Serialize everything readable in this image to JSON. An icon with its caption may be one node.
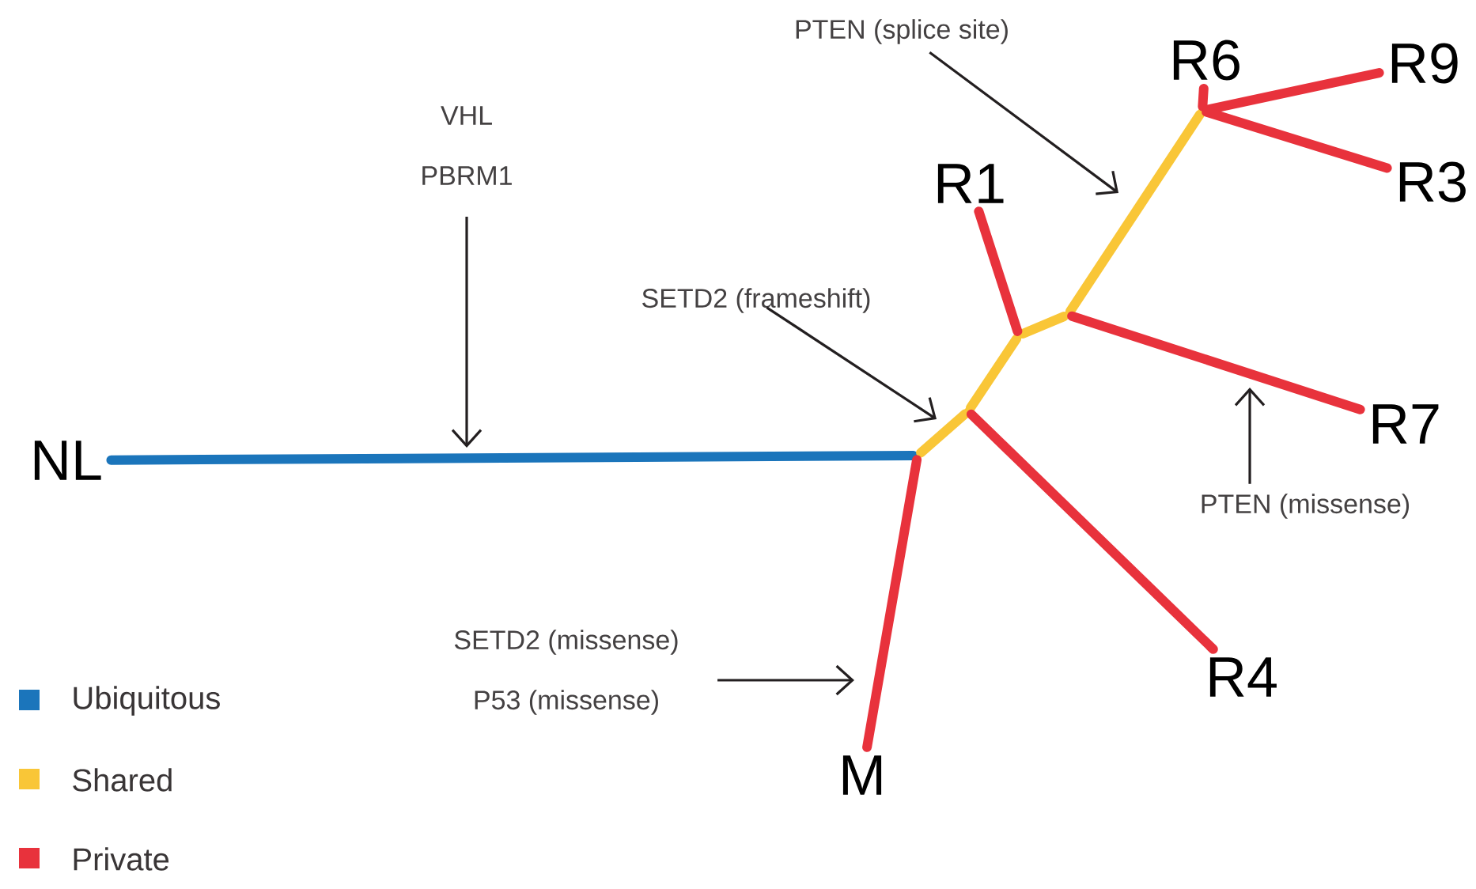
{
  "diagram": {
    "nodes": [
      {
        "text": [
          "NL"
        ]
      },
      {
        "text": [
          "VHL",
          "PBRM1"
        ]
      },
      {
        "text": [
          "SETD2 (frameshift)"
        ]
      },
      {
        "text": [
          "PTEN (splice site)"
        ]
      },
      {
        "text": [
          "R1"
        ]
      },
      {
        "text": [
          "R6"
        ]
      },
      {
        "text": [
          "R9"
        ]
      },
      {
        "text": [
          "R3"
        ]
      },
      {
        "text": [
          "R7"
        ]
      },
      {
        "text": [
          "PTEN (missense)"
        ]
      },
      {
        "text": [
          "SETD2 (missense)",
          "P53 (missense)"
        ]
      },
      {
        "text": [
          "R4"
        ]
      },
      {
        "text": [
          "M"
        ]
      },
      {
        "text": [],
        "shape": "dot"
      },
      {
        "text": [],
        "shape": "dot"
      },
      {
        "text": [],
        "shape": "dot"
      },
      {
        "text": [],
        "shape": "dot"
      },
      {
        "text": [],
        "shape": "dot"
      }
    ],
    "edges": [
      {
        "from": 0,
        "to": 13,
        "arrow": "none",
        "color": "#1b75bb"
      },
      {
        "from": 13,
        "to": 14,
        "arrow": "none",
        "color": "#f9c637"
      },
      {
        "from": 14,
        "to": 15,
        "arrow": "none",
        "color": "#f9c637"
      },
      {
        "from": 15,
        "to": 16,
        "arrow": "none",
        "color": "#f9c637"
      },
      {
        "from": 16,
        "to": 17,
        "arrow": "none",
        "color": "#f9c637"
      },
      {
        "from": 13,
        "to": 12,
        "arrow": "none",
        "color": "#e8323c"
      },
      {
        "from": 14,
        "to": 11,
        "arrow": "none",
        "color": "#e8323c"
      },
      {
        "from": 15,
        "to": 4,
        "arrow": "none",
        "color": "#e8323c"
      },
      {
        "from": 16,
        "to": 8,
        "arrow": "none",
        "color": "#e8323c"
      },
      {
        "from": 17,
        "to": 5,
        "arrow": "none",
        "color": "#e8323c"
      },
      {
        "from": 17,
        "to": 6,
        "arrow": "none",
        "color": "#e8323c"
      },
      {
        "from": 17,
        "to": 7,
        "arrow": "none",
        "color": "#e8323c"
      },
      {
        "from": 1,
        "to": null,
        "arrow": "to",
        "color": "#231f20"
      },
      {
        "from": 2,
        "to": null,
        "arrow": "to",
        "color": "#231f20"
      },
      {
        "from": 3,
        "to": null,
        "arrow": "to",
        "color": "#231f20"
      },
      {
        "from": 9,
        "to": null,
        "arrow": "to",
        "color": "#231f20"
      },
      {
        "from": 10,
        "to": null,
        "arrow": "to",
        "color": "#231f20"
      }
    ],
    "legend": [
      {
        "text": "Ubiquitous",
        "color": "#1b75bb"
      },
      {
        "text": "Shared",
        "color": "#f9c637"
      },
      {
        "text": "Private",
        "color": "#e8323c"
      }
    ]
  }
}
